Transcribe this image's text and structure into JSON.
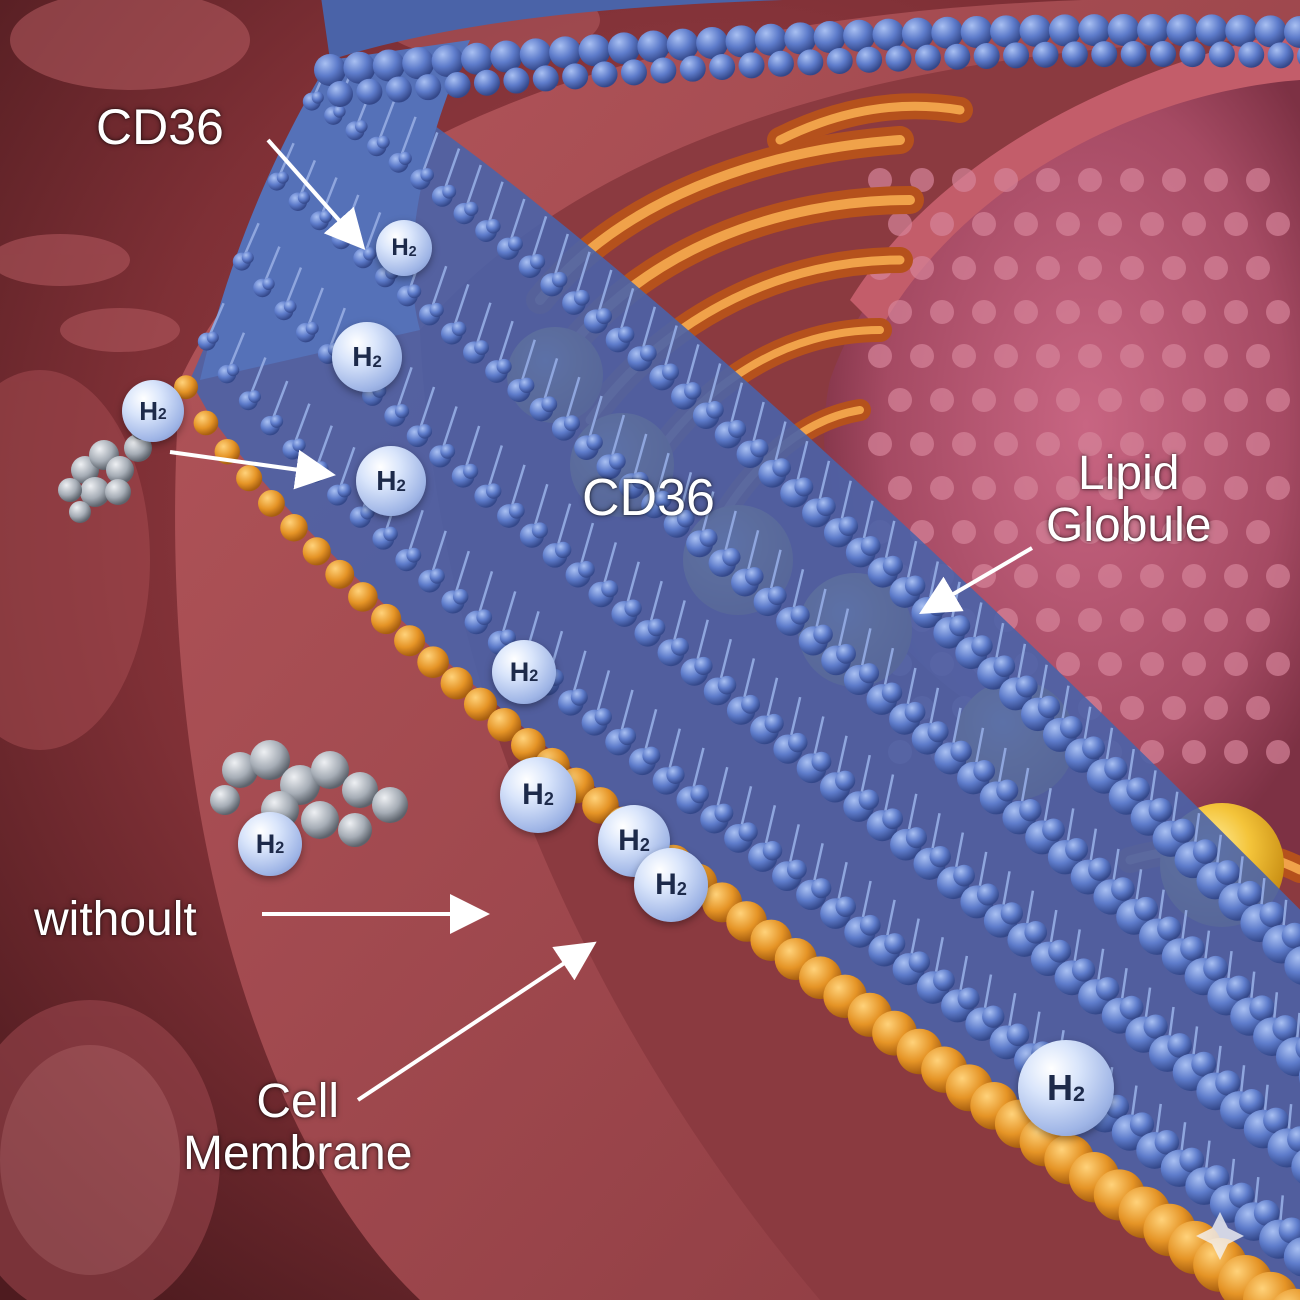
{
  "labels": {
    "cd36_top": "CD36",
    "cd36_mid": "CD36",
    "without": "withoult",
    "lipid_line1": "Lipid",
    "lipid_line2": "Globule",
    "cell_line1": "Cell",
    "cell_line2": "Membrane"
  },
  "molecule": {
    "symbol": "H",
    "subscript": "2"
  },
  "icons": [
    "arrow-icon",
    "h2-molecule-icon",
    "lipid-globule-icon",
    "sparkle-icon"
  ],
  "colors": {
    "background": "#6e2a2e",
    "membrane_blue": "#5b79c4",
    "phospholipid_head": "#e69a2a",
    "lipid_globule": "#f2c23a",
    "nucleus": "#b0546c",
    "golgi": "#d4762e",
    "label_text": "#ffffff"
  }
}
